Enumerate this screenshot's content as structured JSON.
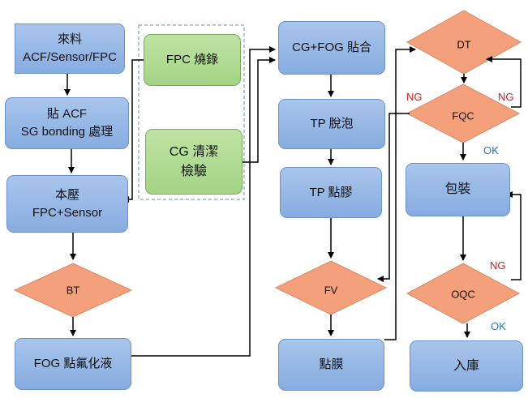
{
  "nodes": {
    "materials": "來料\nACF/Sensor/FPC",
    "acf": "貼 ACF\nSG bonding 處理",
    "main_press": "本壓\nFPC+Sensor",
    "bt": "BT",
    "fog_glue": "FOG 點氟化液",
    "fpc_burn": "FPC 燒錄",
    "cg_clean": "CG 清潔\n檢驗",
    "cg_fog": "CG+FOG 貼合",
    "tp_defoam": "TP 脫泡",
    "tp_glue": "TP 點膠",
    "fv": "FV",
    "film": "點膜",
    "dt": "DT",
    "fqc": "FQC",
    "pack": "包裝",
    "oqc": "OQC",
    "warehouse": "入庫"
  },
  "labels": {
    "ng_left": "NG",
    "ng_right": "NG",
    "ok_fqc": "OK",
    "ng_oqc": "NG",
    "ok_oqc": "OK"
  },
  "colors": {
    "process_fill": "#8fb3e3",
    "process_border": "#6b93c9",
    "subprocess_fill": "#a9d98a",
    "decision_fill": "#f4a07a",
    "decision_border": "#d98a66",
    "ng_text": "#d11a1a",
    "ok_text": "#2a7ab8"
  }
}
